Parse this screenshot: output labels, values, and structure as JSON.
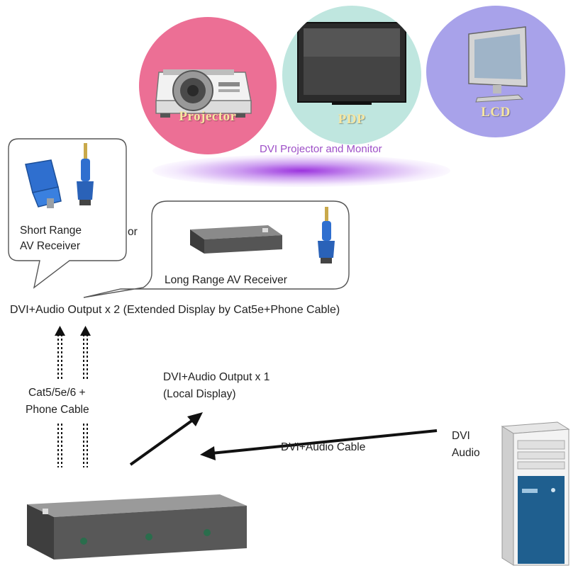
{
  "colors": {
    "projector_circle": "#ec6f95",
    "pdp_circle": "#bfe6df",
    "lcd_circle": "#a8a2ea",
    "caption_purple": "#9d4ec7",
    "arrow": "#111111"
  },
  "displays": {
    "projector_label": "Projector",
    "pdp_label": "PDP",
    "lcd_label": "LCD",
    "caption": "DVI Projector and Monitor"
  },
  "receivers": {
    "short_range_line1": "Short Range",
    "short_range_line2": "AV Receiver",
    "or_label": "or",
    "long_range_label": "Long Range AV Receiver"
  },
  "connections": {
    "extended_output": "DVI+Audio Output x 2 (Extended Display by Cat5e+Phone Cable)",
    "cable_line1": "Cat5/5e/6 +",
    "cable_line2": "Phone Cable",
    "local_output_line1": "DVI+Audio Output x 1",
    "local_output_line2": "(Local Display)",
    "input_cable": "DVI+Audio Cable",
    "pc_port_line1": "DVI",
    "pc_port_line2": "Audio"
  },
  "icons": [
    "projector-icon",
    "plasma-display-icon",
    "lcd-monitor-icon",
    "dvi-connector-icon",
    "audio-plug-icon",
    "receiver-box-icon",
    "splitter-box-icon",
    "pc-tower-icon"
  ]
}
